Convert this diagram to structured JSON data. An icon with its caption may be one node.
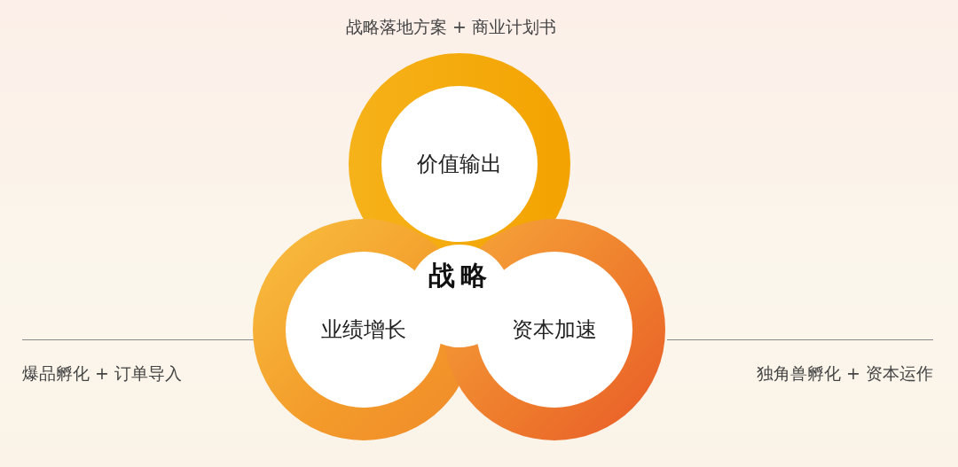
{
  "diagram": {
    "nodes": [
      {
        "text": [
          "价值输出"
        ]
      },
      {
        "text": [
          "业绩增长"
        ]
      },
      {
        "text": [
          "资本加速"
        ]
      }
    ],
    "edges": [],
    "labels": [
      "战略落地方案 + 商业计划书",
      "战略",
      "爆品孵化 + 订单导入",
      "独角兽孵化 + 资本运作"
    ]
  }
}
